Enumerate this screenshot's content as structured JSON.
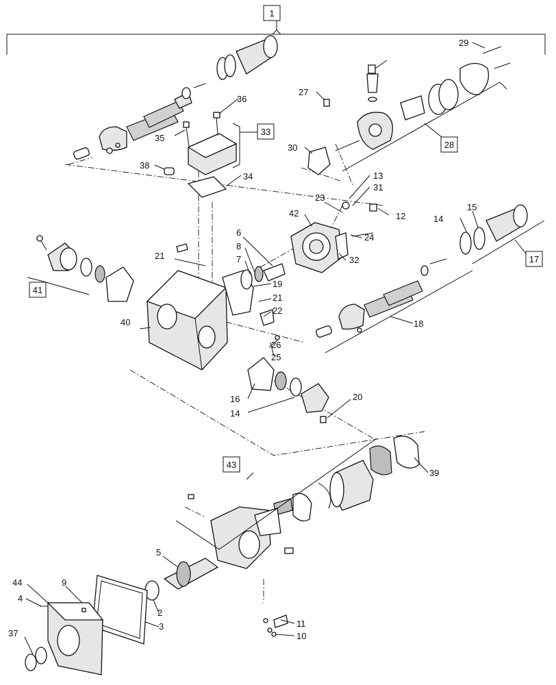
{
  "assembly": {
    "main_label": "1",
    "boxed_labels": {
      "b33": "33",
      "b28": "28",
      "b41": "41",
      "b17": "17",
      "b43": "43"
    },
    "callouts": {
      "c2": "2",
      "c3": "3",
      "c4": "4",
      "c5": "5",
      "c6": "6",
      "c7": "7",
      "c8": "8",
      "c9": "9",
      "c10": "10",
      "c11": "11",
      "c12": "12",
      "c13": "13",
      "c14a": "14",
      "c14b": "14",
      "c15": "15",
      "c16": "16",
      "c18": "18",
      "c19": "19",
      "c20": "20",
      "c21a": "21",
      "c21b": "21",
      "c22": "22",
      "c23": "23",
      "c24": "24",
      "c25": "25",
      "c26": "26",
      "c27": "27",
      "c29": "29",
      "c30": "30",
      "c31": "31",
      "c32": "32",
      "c34": "34",
      "c35": "35",
      "c36": "36",
      "c37": "37",
      "c38": "38",
      "c39": "39",
      "c40": "40",
      "c42": "42",
      "c44": "44"
    }
  }
}
